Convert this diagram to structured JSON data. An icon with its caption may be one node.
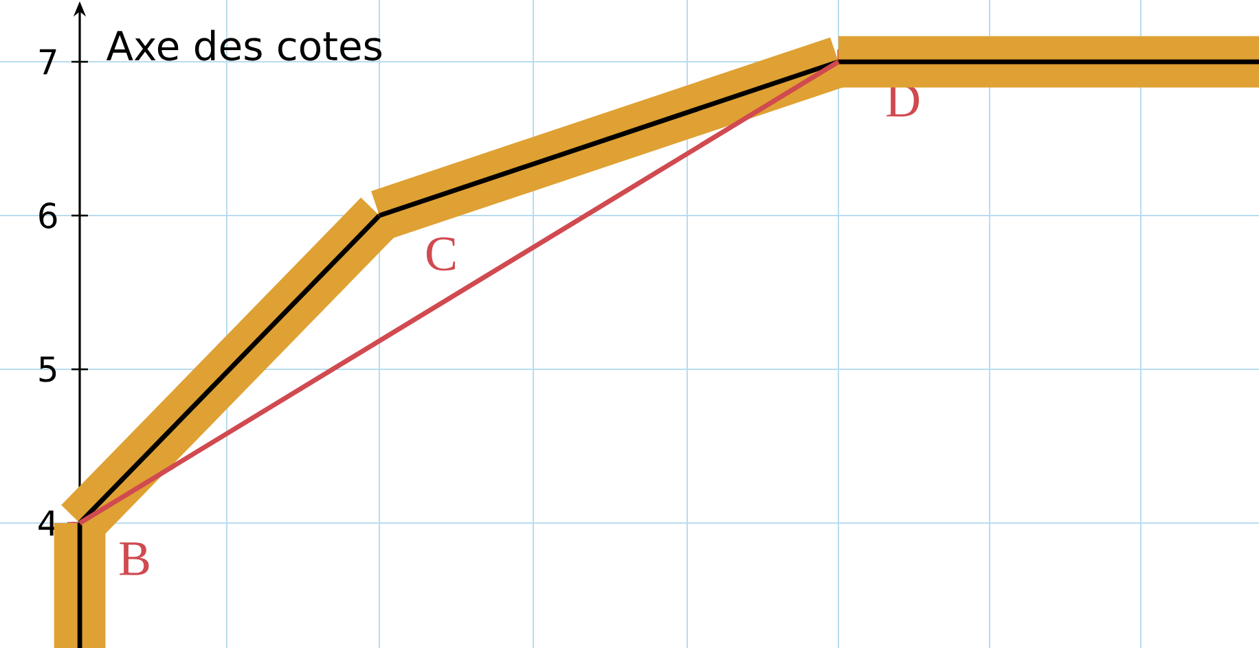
{
  "diagram": {
    "nodes": [
      {
        "text": [
          "B"
        ]
      },
      {
        "text": [
          "C"
        ]
      },
      {
        "text": [
          "D"
        ]
      }
    ],
    "edges": [
      {
        "from": null,
        "to": 0,
        "arrow": "none"
      },
      {
        "from": 0,
        "to": 1,
        "arrow": "none"
      },
      {
        "from": 1,
        "to": 2,
        "arrow": "none"
      },
      {
        "from": 2,
        "to": null,
        "arrow": "none"
      },
      {
        "from": 0,
        "to": 2,
        "arrow": "none",
        "color": "#d04a50"
      }
    ],
    "labels": [
      "Axe des cotes",
      "7",
      "6",
      "5",
      "4"
    ]
  }
}
